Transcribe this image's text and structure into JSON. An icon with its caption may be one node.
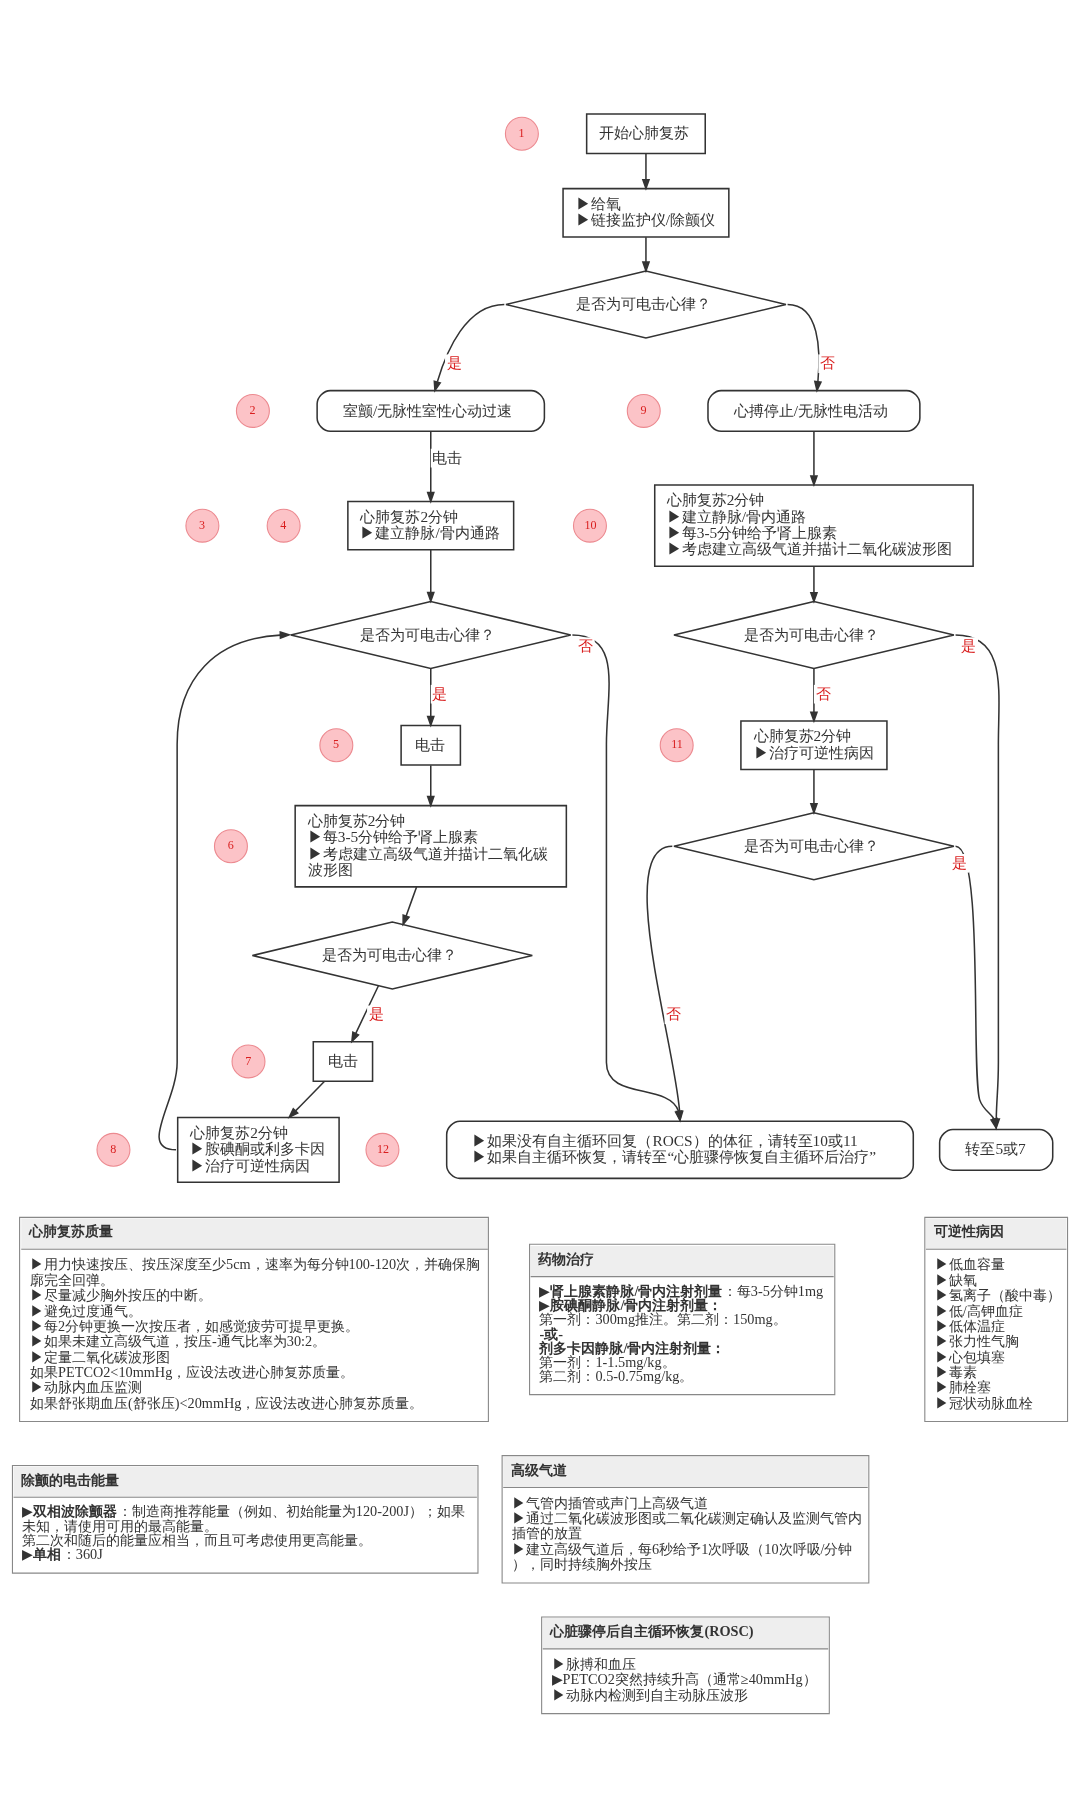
{
  "diagram": {
    "edges": [
      {
        "from": 1,
        "to": 2,
        "arrow": "to"
      },
      {
        "from": 2,
        "to": 3,
        "arrow": "to"
      },
      {
        "from": 3,
        "to": 5,
        "arrow": "to",
        "label": "是"
      },
      {
        "from": 3,
        "to": 7,
        "arrow": "to",
        "label": "否"
      },
      {
        "from": 5,
        "to": 10,
        "arrow": "to",
        "label": "电击"
      },
      {
        "from": 10,
        "to": 13,
        "arrow": "to"
      },
      {
        "from": 13,
        "to": 16,
        "arrow": "to",
        "label": "是"
      },
      {
        "from": 13,
        "to": 28,
        "arrow": "to",
        "label": "否"
      },
      {
        "from": 16,
        "to": 20,
        "arrow": "to"
      },
      {
        "from": 20,
        "to": 22,
        "arrow": "to"
      },
      {
        "from": 24,
        "to": 27,
        "arrow": "to"
      },
      {
        "from": 27,
        "to": 13,
        "arrow": "to"
      },
      {
        "from": 7,
        "to": 12,
        "arrow": "to"
      },
      {
        "from": 12,
        "to": 14,
        "arrow": "to"
      },
      {
        "from": 14,
        "to": 29,
        "arrow": "to",
        "label": "是"
      },
      {
        "from": 14,
        "to": 18,
        "arrow": "to",
        "label": "否"
      },
      {
        "from": 18,
        "to": 21,
        "arrow": "to"
      },
      {
        "from": 21,
        "to": 28,
        "arrow": "to",
        "label": "否"
      },
      {
        "from": 21,
        "to": 29,
        "arrow": "to",
        "label": "是"
      },
      {
        "from": 22,
        "to": 24,
        "arrow": "to",
        "label": "是"
      }
    ],
    "nodes": [
      {
        "text": [
          "1"
        ]
      },
      {
        "text": [
          "开始心肺复苏"
        ]
      },
      {
        "text": [
          "▶给氧",
          "▶链接监护仪/除颤仪"
        ]
      },
      {
        "text": [
          "是否为可电击心律？"
        ]
      },
      {
        "text": [
          "2"
        ]
      },
      {
        "text": [
          "室颤/无脉性室性心动过速"
        ]
      },
      {
        "text": [
          "9"
        ]
      },
      {
        "text": [
          "心搏停止/无脉性电活动"
        ]
      },
      {
        "text": [
          "3"
        ]
      },
      {
        "text": [
          "4"
        ]
      },
      {
        "text": [
          "心肺复苏2分钟",
          "▶建立静脉/骨内通路"
        ]
      },
      {
        "text": [
          "10"
        ]
      },
      {
        "text": [
          "心肺复苏2分钟",
          "▶建立静脉/骨内通路",
          "▶每3-5分钟给予肾上腺素",
          "▶考虑建立高级气道并描计二氧化碳波形图"
        ]
      },
      {
        "text": [
          "是否为可电击心律？"
        ]
      },
      {
        "text": [
          "是否为可电击心律？"
        ]
      },
      {
        "text": [
          "5"
        ]
      },
      {
        "text": [
          "电击"
        ]
      },
      {
        "text": [
          "11"
        ]
      },
      {
        "text": [
          "心肺复苏2分钟",
          "▶治疗可逆性病因"
        ]
      },
      {
        "text": [
          "6"
        ]
      },
      {
        "text": [
          "心肺复苏2分钟",
          "▶每3-5分钟给予肾上腺素",
          "▶考虑建立高级气道并描计二氧化碳波形图"
        ]
      },
      {
        "text": [
          "是否为可电击心律？"
        ]
      },
      {
        "text": [
          "是否为可电击心律？"
        ]
      },
      {
        "text": [
          "7"
        ]
      },
      {
        "text": [
          "电击"
        ]
      },
      {
        "text": [
          "12"
        ]
      },
      {
        "text": [
          "8"
        ]
      },
      {
        "text": [
          "心肺复苏2分钟",
          "▶胺碘酮或利多卡因",
          "▶治疗可逆性病因"
        ]
      },
      {
        "text": [
          "▶如果没有自主循环回复（ROCS）的体征，请转至10或11",
          "▶如果自主循环恢复，请转至“心脏骤停恢复自主循环后治疗”"
        ]
      },
      {
        "text": [
          "转至5或7"
        ]
      },
      {
        "text": [
          "心肺复苏质量",
          "▶用力快速按压、按压深度至少5cm，速率为每分钟100-120次，并确保胸廓完全回弹。",
          "▶尽量减少胸外按压的中断。",
          "▶避免过度通气。",
          "▶每2分钟更换一次按压者，如感觉疲劳可提早更换。",
          "▶如果未建立高级气道，按压-通气比率为30:2。",
          "▶定量二氧化碳波形图",
          "如果PETCO2<10mmHg，应设法改进心肺复苏质量。",
          "▶动脉内血压监测",
          "如果舒张期血压(舒张压)<20mmHg，应设法改进心肺复苏质量。"
        ]
      },
      {
        "text": [
          "药物治疗",
          "▶**肾上腺素静脉/骨内注射剂量**：每3-5分钟1mg",
          "▶**胺碘酮静脉/骨内注射剂量：**",
          "第一剂：300mg推注。第二剂：150mg。",
          "-或-",
          "剂多卡因静脉/骨内注射剂量：",
          "第一剂：1-1.5mg/kg。",
          "第二剂：0.5-0.75mg/kg。"
        ]
      },
      {
        "text": [
          "可逆性病因",
          "▶低血容量",
          "▶缺氧",
          "▶氢离子（酸中毒）",
          "▶低/高钾血症",
          "▶低体温症",
          "▶张力性气胸",
          "▶心包填塞",
          "▶毒素",
          "▶肺栓塞",
          "▶冠状动脉血栓"
        ]
      },
      {
        "text": [
          "高级气道",
          "▶气管内插管或声门上高级气道",
          "▶通过二氧化碳波形图或二氧化碳测定确认及监测气管内插管的放置",
          "▶建立高级气道后，每6秒给予1次呼吸（10次呼吸/分钟），同时持续胸外按压"
        ]
      },
      {
        "text": [
          "除颤的电击能量",
          "▶**双相波除颤器**：制造商推荐能量（例如、初始能量为120-200J）；如果未知，请使用可用的最高能量。",
          "第二次和随后的能量应相当，而且可考虑使用更高能量。",
          "▶**单相**：360J"
        ]
      },
      {
        "text": [
          "心脏骤停后自主循环恢复(ROSC)",
          "▶脉搏和血压",
          "▶PETCO2突然持续升高（通常≥40mmHg）",
          "▶动脉内检测到自主动脉压波形"
        ]
      }
    ]
  }
}
